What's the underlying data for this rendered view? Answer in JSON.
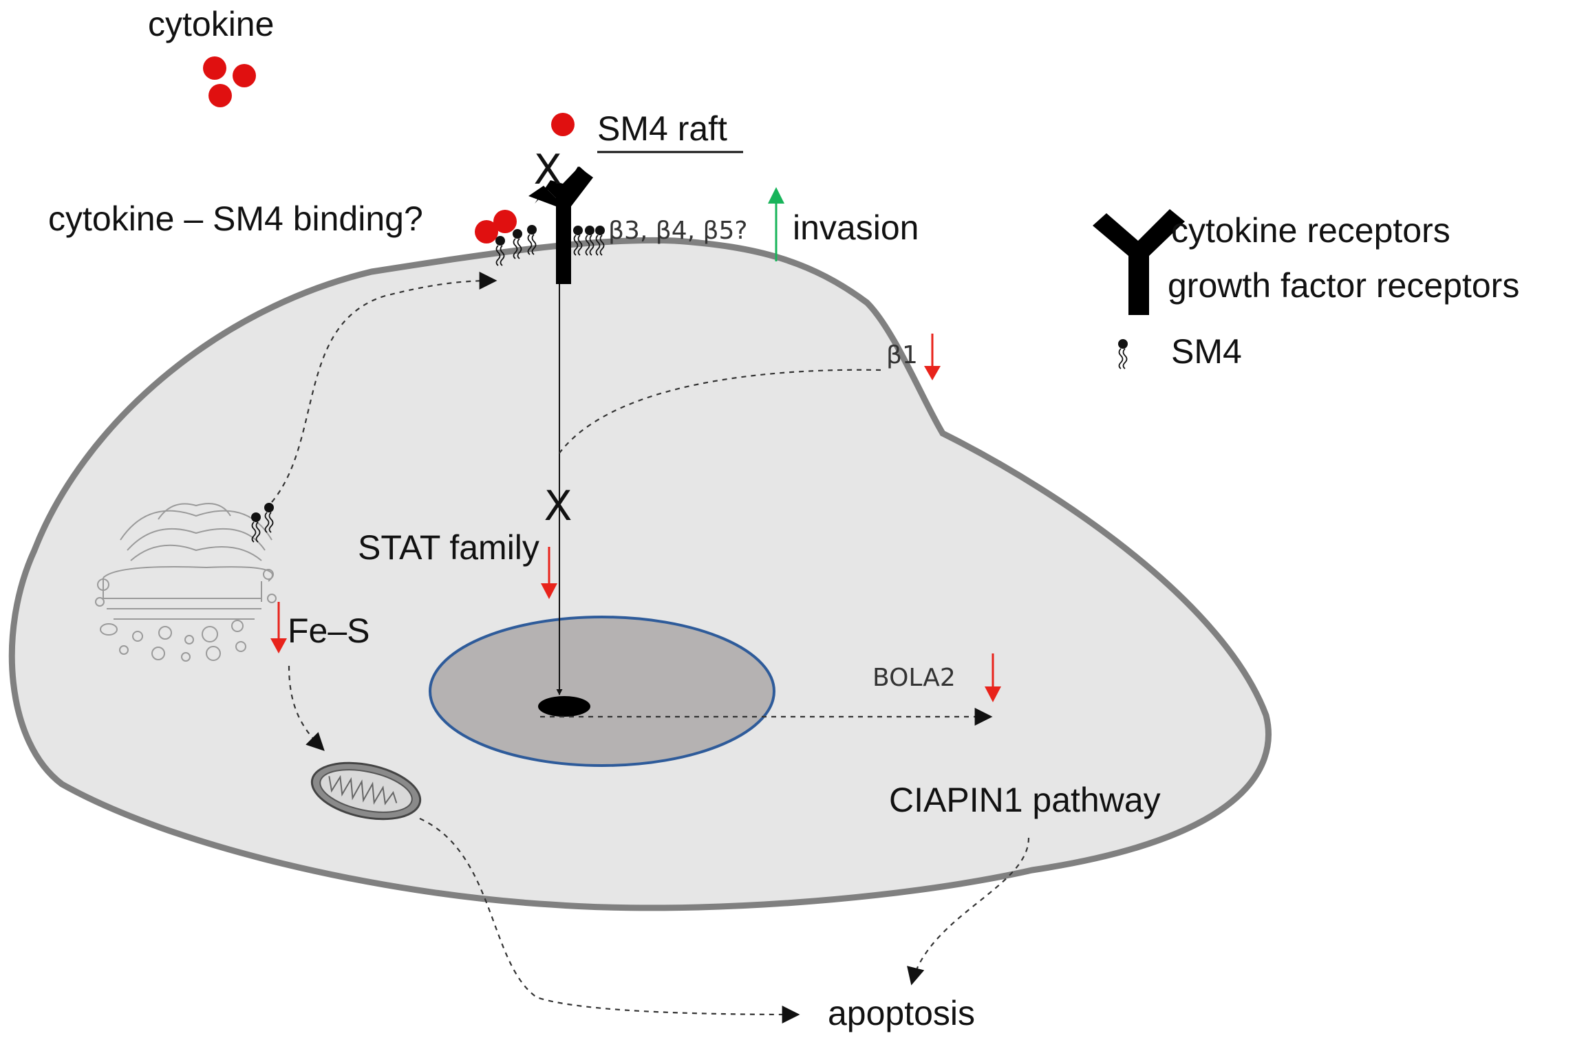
{
  "labels": {
    "cytokine": "cytokine",
    "sm4_raft": "SM4 raft",
    "binding_question": "cytokine – SM4 binding?",
    "beta_subunits": "β3, β4, β5?",
    "invasion": "invasion",
    "beta1": "β1",
    "stat_family": "STAT family",
    "fe_s": "Fe–S",
    "bola2": "BOLA2",
    "ciapin1": "CIAPIN1 pathway",
    "apoptosis": "apoptosis",
    "inhibit_mark": "X"
  },
  "legend": {
    "receptors_line1": "cytokine receptors",
    "receptors_line2": "growth factor receptors",
    "sm4": "SM4"
  },
  "colors": {
    "cell_fill": "#e6e6e6",
    "cell_border": "#808080",
    "nucleus_fill": "#b5b2b2",
    "nucleus_border": "#2e5b9a",
    "cytokine_dot": "#e01010",
    "up_arrow": "#18b45a",
    "down_arrow": "#e8231b"
  },
  "icons": [
    "receptor-icon",
    "sm4-lipid-icon",
    "golgi-icon",
    "mitochondrion-icon",
    "nucleolus"
  ]
}
